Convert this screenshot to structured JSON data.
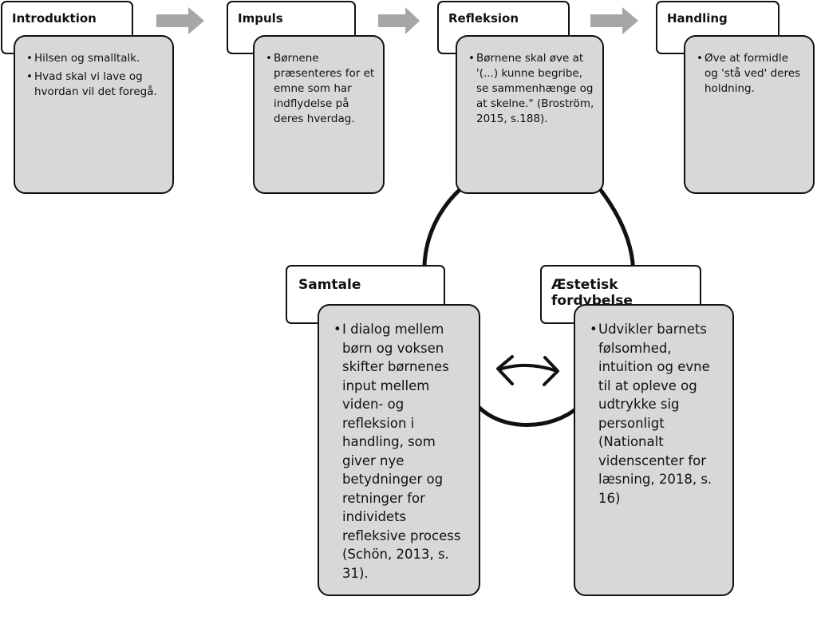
{
  "steps": [
    {
      "title": "Introduktion",
      "bullets": [
        "Hilsen og smalltalk.",
        "Hvad skal vi lave og hvordan vil det foregå."
      ]
    },
    {
      "title": "Impuls",
      "bullets": [
        "Børnene præsenteres for et emne som har indflydelse på deres hverdag."
      ]
    },
    {
      "title": "Refleksion",
      "bullets": [
        "Børnene skal øve at '(...) kunne begribe, se sammenhænge og at skelne.\" (Broström, 2015, s.188)."
      ]
    },
    {
      "title": "Handling",
      "bullets": [
        "Øve at formidle og 'stå ved' deres holdning."
      ]
    }
  ],
  "lower": [
    {
      "title": "Samtale",
      "bullets": [
        "I dialog mellem børn og voksen skifter børnenes input mellem viden- og refleksion i handling, som giver nye betydninger og retninger for individets refleksive process (Schön, 2013, s. 31)."
      ]
    },
    {
      "title": "Æstetisk fordybelse",
      "bullets": [
        "Udvikler barnets følsomhed, intuition og evne til at opleve og udtrykke sig personligt (Nationalt videnscenter for læsning, 2018, s. 16)"
      ]
    }
  ],
  "colors": {
    "box_fill": "#d8d8d8",
    "title_fill": "#ffffff",
    "arrow_fill": "#a6a6a6",
    "stroke": "#111111"
  },
  "icons": {
    "step_arrow": "chevron-arrow-right",
    "exchange": "double-headed-arrow"
  }
}
